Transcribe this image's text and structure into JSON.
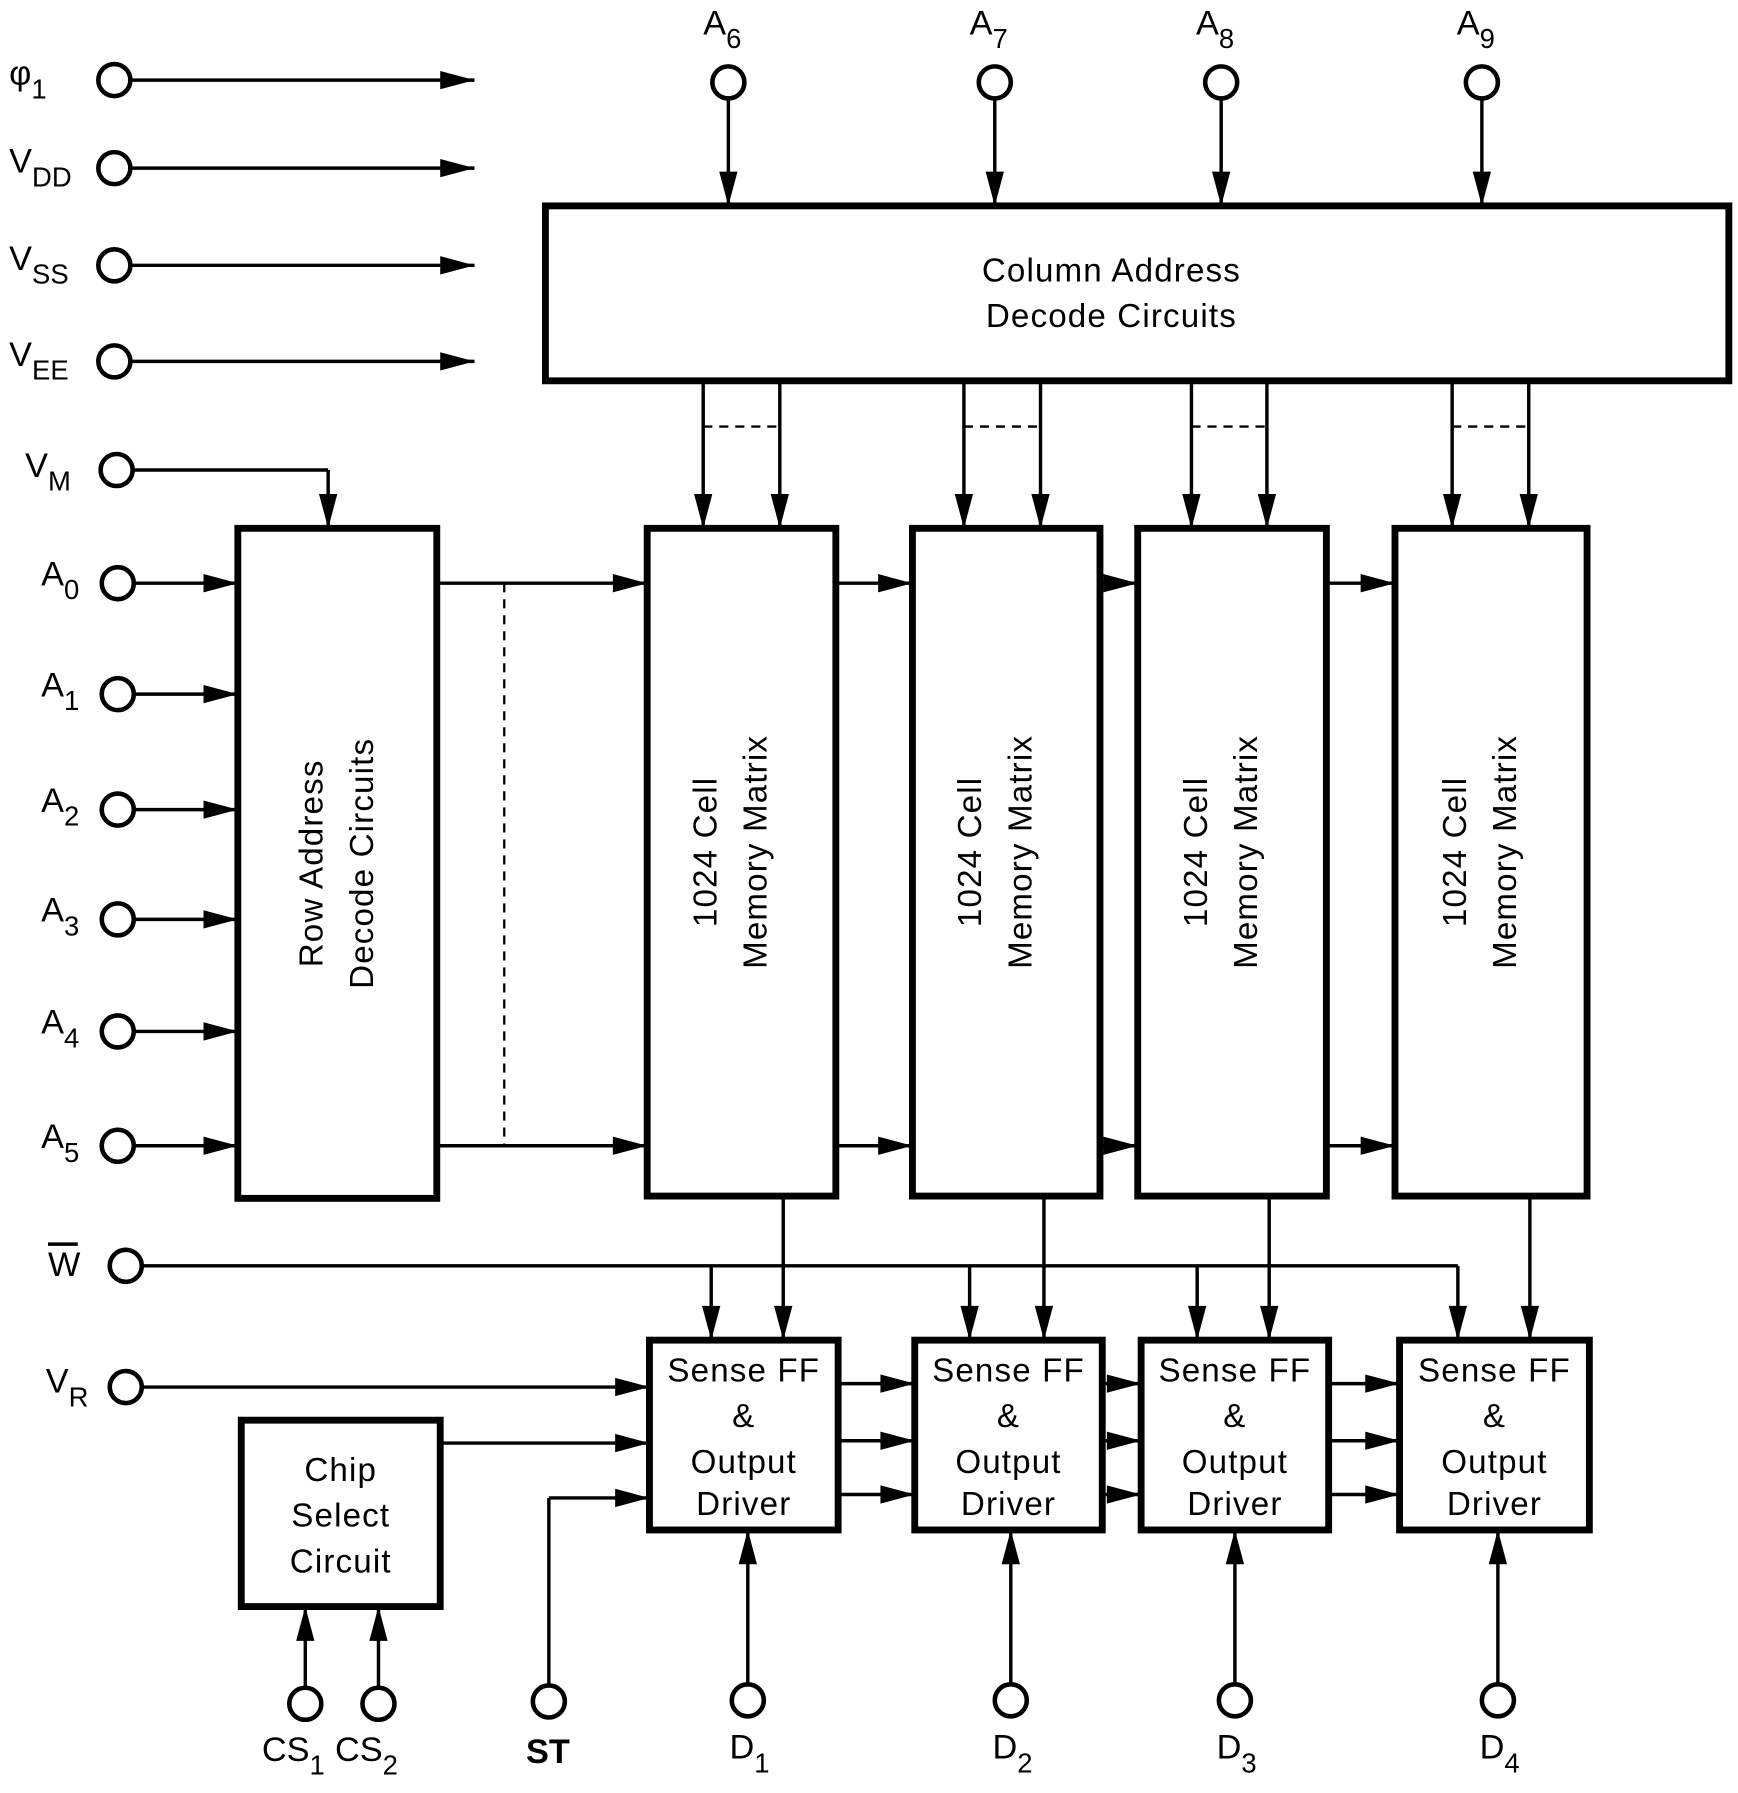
{
  "diagram": {
    "column_decoder": {
      "line1": "Column Address",
      "line2": "Decode Circuits"
    },
    "row_decoder": {
      "line1": "Row Address",
      "line2": "Decode Circuits"
    },
    "memory_matrices": [
      {
        "line1": "1024 Cell",
        "line2": "Memory Matrix"
      },
      {
        "line1": "1024 Cell",
        "line2": "Memory Matrix"
      },
      {
        "line1": "1024 Cell",
        "line2": "Memory Matrix"
      },
      {
        "line1": "1024 Cell",
        "line2": "Memory Matrix"
      }
    ],
    "sense_blocks": [
      {
        "l1": "Sense FF",
        "l2": "&",
        "l3": "Output",
        "l4": "Driver"
      },
      {
        "l1": "Sense FF",
        "l2": "&",
        "l3": "Output",
        "l4": "Driver"
      },
      {
        "l1": "Sense FF",
        "l2": "&",
        "l3": "Output",
        "l4": "Driver"
      },
      {
        "l1": "Sense FF",
        "l2": "&",
        "l3": "Output",
        "l4": "Driver"
      }
    ],
    "chip_select": {
      "l1": "Chip",
      "l2": "Select",
      "l3": "Circuit"
    },
    "power_pins": [
      {
        "main": "φ",
        "sub": "1"
      },
      {
        "main": "V",
        "sub": "DD"
      },
      {
        "main": "V",
        "sub": "SS"
      },
      {
        "main": "V",
        "sub": "EE"
      }
    ],
    "vm_pin": {
      "main": "V",
      "sub": "M"
    },
    "row_address_pins": [
      {
        "main": "A",
        "sub": "0"
      },
      {
        "main": "A",
        "sub": "1"
      },
      {
        "main": "A",
        "sub": "2"
      },
      {
        "main": "A",
        "sub": "3"
      },
      {
        "main": "A",
        "sub": "4"
      },
      {
        "main": "A",
        "sub": "5"
      }
    ],
    "column_address_pins": [
      {
        "main": "A",
        "sub": "6"
      },
      {
        "main": "A",
        "sub": "7"
      },
      {
        "main": "A",
        "sub": "8"
      },
      {
        "main": "A",
        "sub": "9"
      }
    ],
    "write_pin": {
      "main": "W",
      "sub": ""
    },
    "vr_pin": {
      "main": "V",
      "sub": "R"
    },
    "cs_pins": [
      {
        "main": "CS",
        "sub": "1"
      },
      {
        "main": "CS",
        "sub": "2"
      }
    ],
    "st_pin": {
      "main": "ST",
      "sub": ""
    },
    "data_pins": [
      {
        "main": "D",
        "sub": "1"
      },
      {
        "main": "D",
        "sub": "2"
      },
      {
        "main": "D",
        "sub": "3"
      },
      {
        "main": "D",
        "sub": "4"
      }
    ]
  }
}
